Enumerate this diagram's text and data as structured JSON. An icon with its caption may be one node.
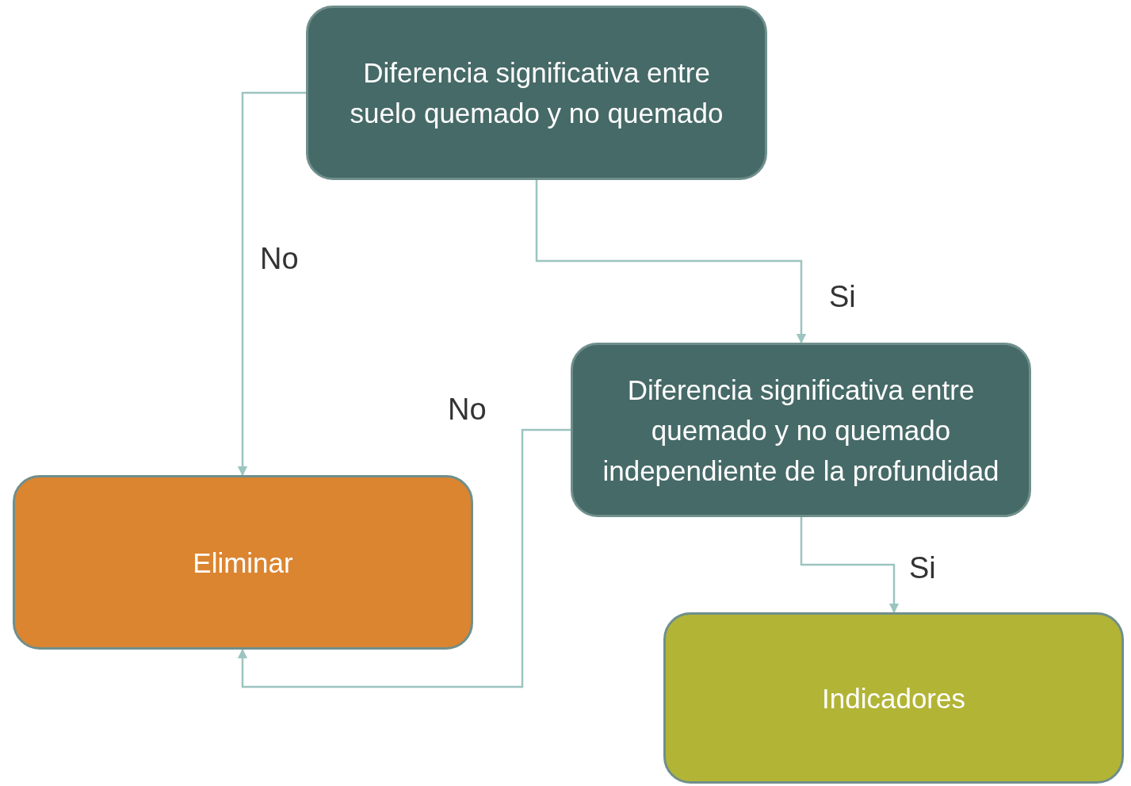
{
  "diagram": {
    "nodes": [
      {
        "text": [
          "Diferencia significativa entre suelo quemado y no quemado"
        ]
      },
      {
        "text": [
          "Diferencia significativa entre quemado y no quemado independiente de la profundidad"
        ]
      },
      {
        "text": [
          "Eliminar"
        ]
      },
      {
        "text": [
          "Indicadores"
        ]
      }
    ],
    "edges": [
      {
        "from": 0,
        "to": 2,
        "arrow": "to",
        "label": "No"
      },
      {
        "from": 0,
        "to": 1,
        "arrow": "to",
        "label": "Si"
      },
      {
        "from": 1,
        "to": 2,
        "arrow": "to",
        "label": "No"
      },
      {
        "from": 1,
        "to": 3,
        "arrow": "to",
        "label": "Si"
      }
    ]
  }
}
